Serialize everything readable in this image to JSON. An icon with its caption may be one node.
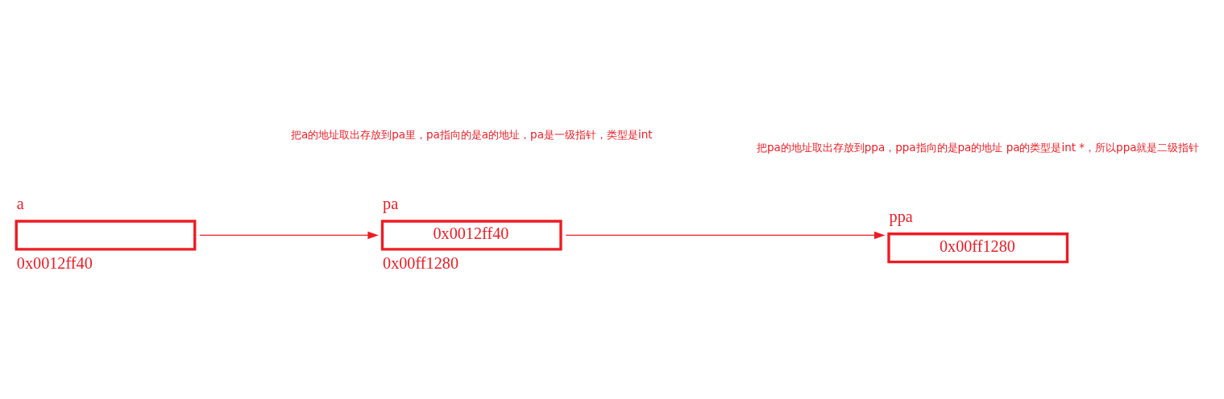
{
  "diagram": {
    "nodes": [
      {
        "text": [
          "a"
        ],
        "beside": [
          "0x0012ff40"
        ]
      },
      {
        "text": [
          "pa",
          "0x0012ff40"
        ],
        "beside": [
          "0x00ff1280"
        ]
      },
      {
        "text": [
          "ppa",
          "0x00ff1280"
        ]
      }
    ],
    "edges": [
      {
        "from": 0,
        "to": 1,
        "arrow": "to"
      },
      {
        "from": 1,
        "to": 2,
        "arrow": "to"
      }
    ],
    "labels": [
      "把pa的地址取出存放到ppa，ppa指向的是pa的地址 pa的类型是int *，所以ppa就是二级指针",
      "把a的地址取出存放到pa里，pa指向的是a的地址，pa是一级指针，类型是int"
    ]
  }
}
